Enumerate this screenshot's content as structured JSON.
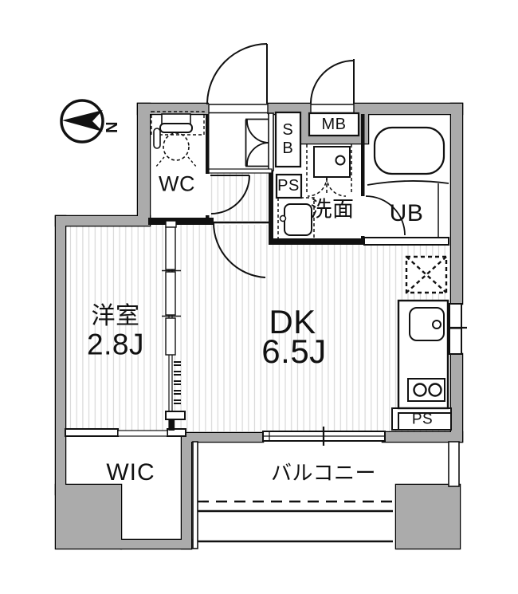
{
  "compass": {
    "north": "N"
  },
  "labels": {
    "wc": "WC",
    "shoe_box": "SB",
    "pipe_space_upper": "PS",
    "meter_box": "MB",
    "washroom": "洗面",
    "unit_bath": "UB",
    "western_room_name": "洋室",
    "western_room_size": "2.8J",
    "dining_kitchen_name": "DK",
    "dining_kitchen_size": "6.5J",
    "walk_in_closet": "WIC",
    "balcony": "バルコニー",
    "pipe_space_lower": "PS"
  },
  "colors": {
    "wall_fill": "#ababab",
    "line": "#111111",
    "hatch": "#d9d9d9",
    "background": "#ffffff"
  }
}
